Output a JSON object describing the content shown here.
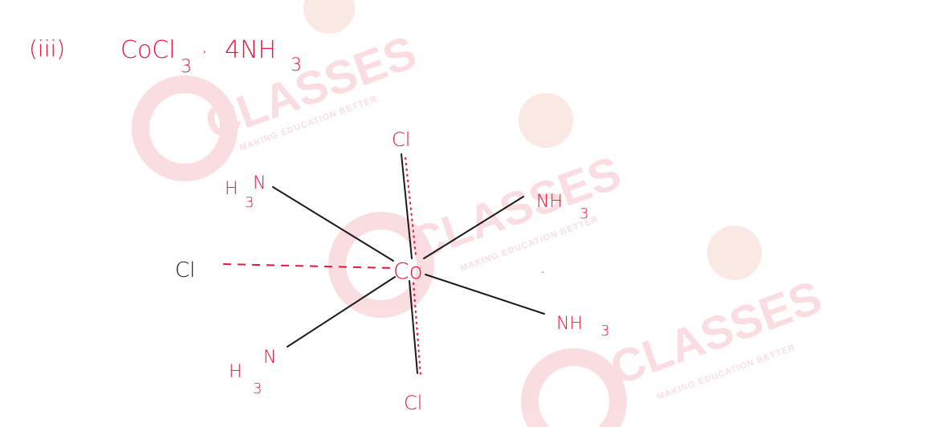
{
  "colors": {
    "ink_red": "#e8163c",
    "ink_black": "#1a1a1a",
    "watermark": "#f6c3c8",
    "watermark_head": "#f7d6cc"
  },
  "heading": {
    "numeral": "(iii)",
    "formula_main": "CoCl",
    "formula_sub": "3",
    "dot": "·",
    "formula_tail": "4NH",
    "formula_tail_sub": "3"
  },
  "diagram": {
    "center": "Co",
    "top_ligand": "Cl",
    "bottom_ligand": "Cl",
    "left_ligand": "Cl",
    "upper_left": {
      "main": "H",
      "n": "N",
      "sub": "3"
    },
    "lower_left": {
      "main": "H",
      "n": "N",
      "sub": "3"
    },
    "upper_right": {
      "main": "NH",
      "sub": "3"
    },
    "lower_right": {
      "main": "NH",
      "sub": "3"
    },
    "stray_mark": "."
  },
  "watermark": {
    "brand": "CLASSES",
    "tagline": "MAKING EDUCATION BETTER"
  }
}
